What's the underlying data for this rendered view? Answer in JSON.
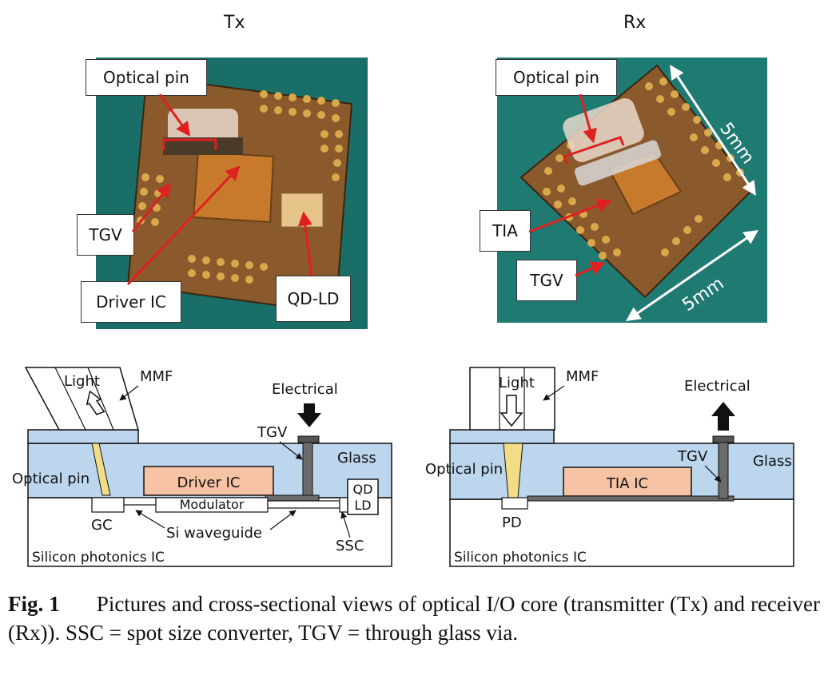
{
  "tx": {
    "title": "Tx",
    "labels": {
      "optical_pin": "Optical pin",
      "tgv": "TGV",
      "driver_ic": "Driver IC",
      "qd_ld": "QD-LD"
    }
  },
  "rx": {
    "title": "Rx",
    "labels": {
      "optical_pin": "Optical pin",
      "tia": "TIA",
      "tgv": "TGV",
      "dim_top": "5mm",
      "dim_bottom": "5mm"
    }
  },
  "tx_section": {
    "light": "Light",
    "mmf": "MMF",
    "electrical": "Electrical",
    "tgv": "TGV",
    "glass": "Glass",
    "optical_pin": "Optical pin",
    "driver_ic": "Driver IC",
    "qd": "QD",
    "ld": "LD",
    "modulator": "Modulator",
    "gc": "GC",
    "si_waveguide": "Si waveguide",
    "ssc": "SSC",
    "silicon_ic": "Silicon photonics IC"
  },
  "rx_section": {
    "light": "Light",
    "mmf": "MMF",
    "electrical": "Electrical",
    "tgv": "TGV",
    "glass": "Glass",
    "optical_pin": "Optical pin",
    "tia_ic": "TIA IC",
    "pd": "PD",
    "silicon_ic": "Silicon photonics IC"
  },
  "caption": {
    "fig": "Fig. 1",
    "text": "Pictures and cross-sectional views of optical I/O core (transmitter (Tx) and receiver (Rx)). SSC = spot size converter, TGV = through glass via."
  },
  "colors": {
    "board_bg": "#1f7a72",
    "chip": "#8a5a2c",
    "glass": "#bcd6ee",
    "driver": "#f6c4a4",
    "pin": "#f2dc86",
    "tgv": "#6b6b6b"
  }
}
